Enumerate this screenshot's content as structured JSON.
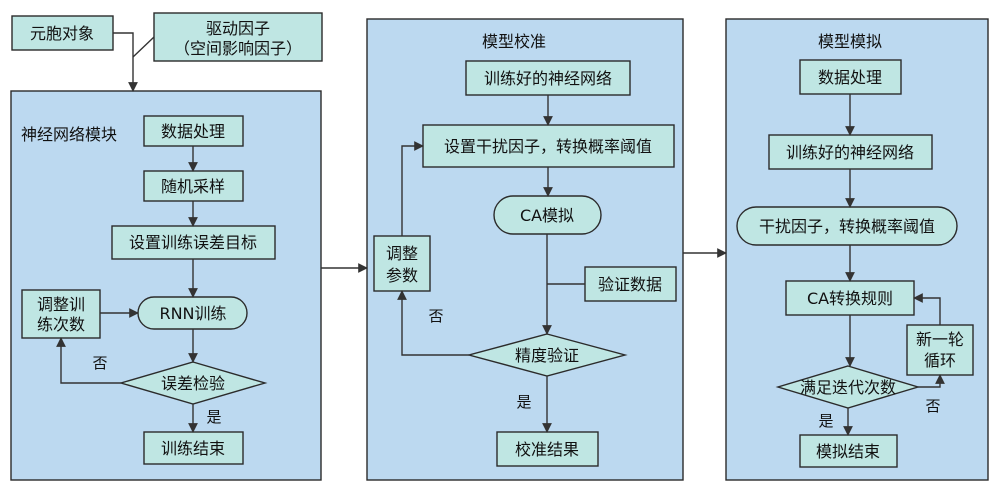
{
  "colors": {
    "panel_fill": "#bcd9f0",
    "node_fill": "#bfe6e3",
    "stroke": "#2b2b2b"
  },
  "inputs": {
    "cell_object": "元胞对象",
    "driving_factor": "驱动因子",
    "driving_factor_sub": "（空间影响因子）"
  },
  "nn_module": {
    "title": "神经网络模块",
    "data_processing": "数据处理",
    "random_sampling": "随机采样",
    "set_error_target": "设置训练误差目标",
    "rnn_training": "RNN训练",
    "error_check": "误差检验",
    "adjust_line1": "调整训",
    "adjust_line2": "练次数",
    "training_end": "训练结束",
    "no_label": "否",
    "yes_label": "是"
  },
  "calibration": {
    "title": "模型校准",
    "trained_nn": "训练好的神经网络",
    "set_disturbance": "设置干扰因子，转换概率阈值",
    "ca_simulation": "CA模拟",
    "validation_data": "验证数据",
    "adjust_param_line1": "调整",
    "adjust_param_line2": "参数",
    "accuracy_check": "精度验证",
    "calibration_end": "校准结果",
    "no_label": "否",
    "yes_label": "是"
  },
  "simulation": {
    "title": "模型模拟",
    "data_processing": "数据处理",
    "trained_nn": "训练好的神经网络",
    "disturbance": "干扰因子，转换概率阈值",
    "ca_rules": "CA转换规则",
    "new_cycle_line1": "新一轮",
    "new_cycle_line2": "循环",
    "iteration_check": "满足迭代次数",
    "simulation_end": "模拟结束",
    "yes_label": "是",
    "no_label": "否"
  }
}
